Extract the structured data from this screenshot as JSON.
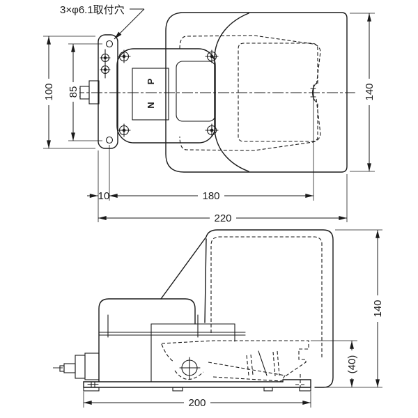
{
  "page": {
    "background": "#ffffff",
    "line_color": "#1a1a1a"
  },
  "annotation": {
    "mounting_holes_note": "3×φ6.1取付穴"
  },
  "plan_view": {
    "terminal_marks": {
      "p": "P",
      "n": "N"
    },
    "dims": {
      "base_plate_height": "100",
      "mount_hole_vertical_pitch": "85",
      "cover_width": "140",
      "mount_hole_edge_offset": "10",
      "mount_hole_horizontal_pitch": "180",
      "overall_length": "220"
    }
  },
  "side_view": {
    "dims": {
      "base_length": "200",
      "overall_height": "140",
      "pedal_opening_height": "(40)"
    }
  }
}
